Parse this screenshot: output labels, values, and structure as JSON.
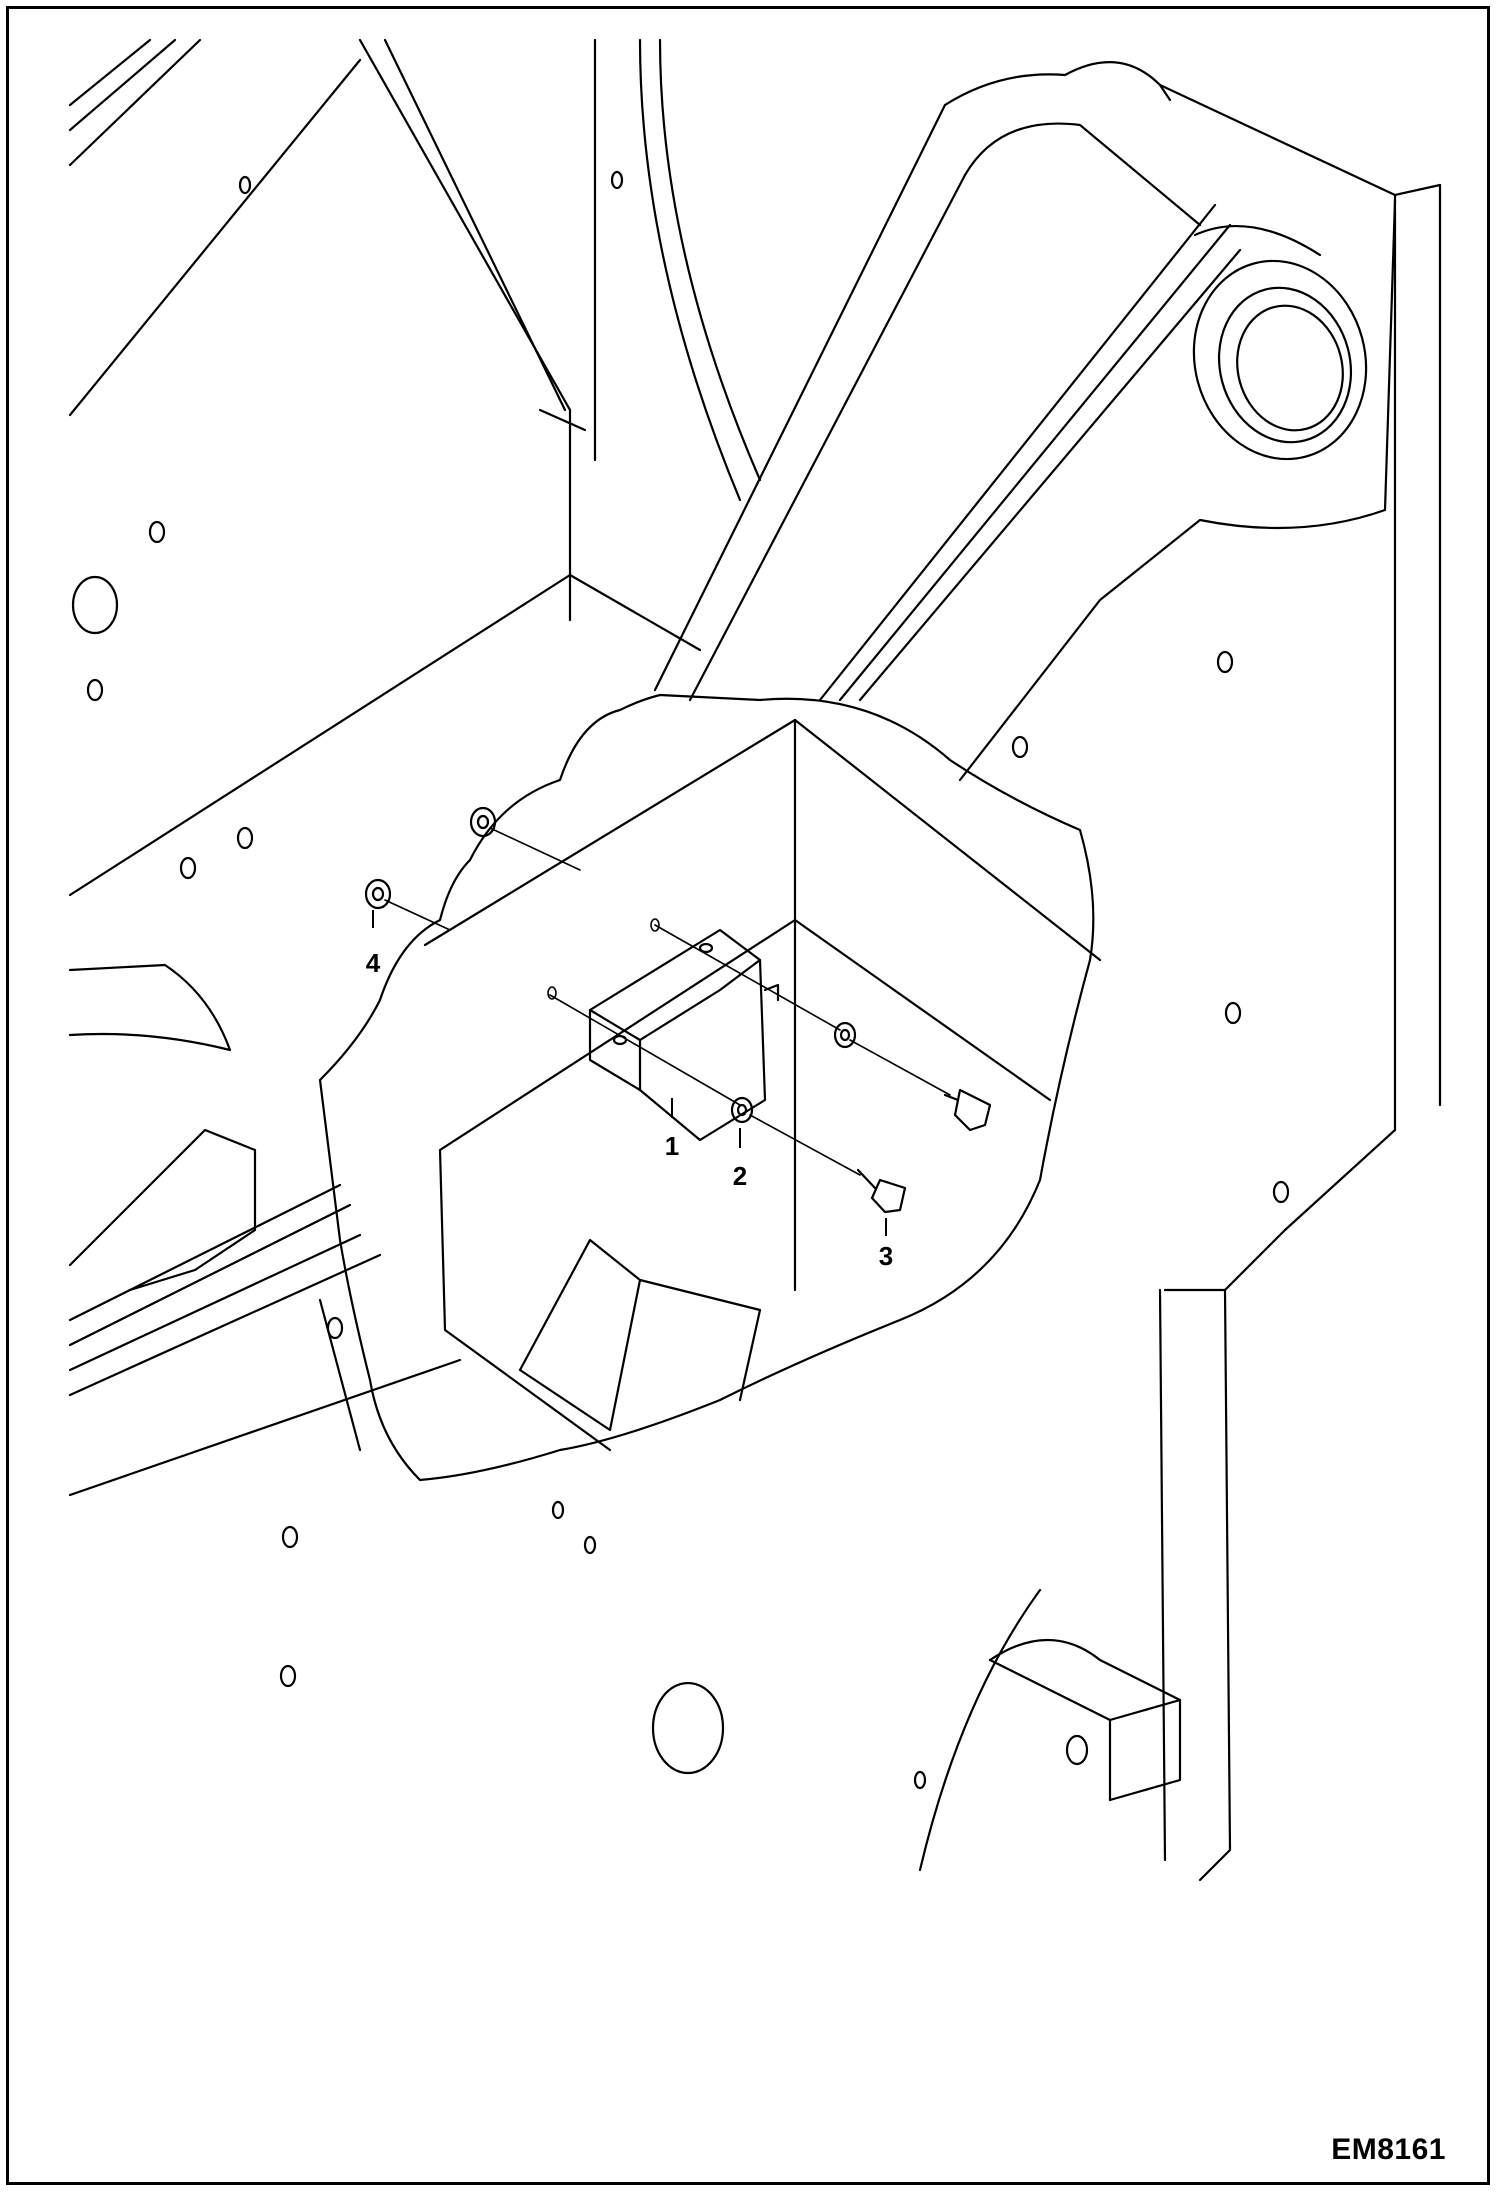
{
  "figure_id": "EM8161",
  "callouts": [
    {
      "label": "1",
      "part": "bracket"
    },
    {
      "label": "2",
      "part": "washer"
    },
    {
      "label": "3",
      "part": "bolt"
    },
    {
      "label": "4",
      "part": "nut"
    }
  ],
  "colors": {
    "line": "#000000",
    "background": "#ffffff"
  }
}
